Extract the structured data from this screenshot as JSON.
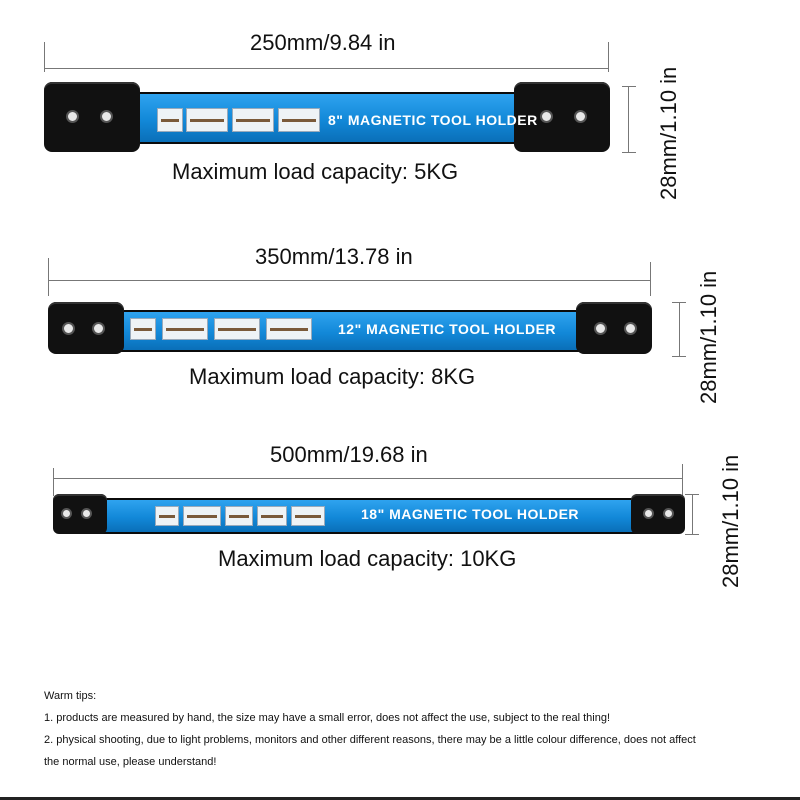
{
  "products": [
    {
      "width_label": "250mm/9.84 in",
      "height_label": "28mm/1.10 in",
      "bar_label": "8\" MAGNETIC TOOL HOLDER",
      "load_label": "Maximum load capacity: 5KG"
    },
    {
      "width_label": "350mm/13.78 in",
      "height_label": "28mm/1.10 in",
      "bar_label": "12\" MAGNETIC TOOL HOLDER",
      "load_label": "Maximum load capacity: 8KG"
    },
    {
      "width_label": "500mm/19.68 in",
      "height_label": "28mm/1.10 in",
      "bar_label": "18\" MAGNETIC TOOL HOLDER",
      "load_label": "Maximum load capacity: 10KG"
    }
  ],
  "tips": {
    "heading": "Warm tips:",
    "line1": "1. products are measured by hand, the size may have a small error, does not affect the use, subject to the real thing!",
    "line2": "2. physical shooting, due to light problems, monitors and other different reasons, there may be a little colour difference, does not affect",
    "line3": "the normal use, please understand!"
  },
  "colors": {
    "bar_blue": "#1288d8",
    "cap_black": "#111111"
  }
}
